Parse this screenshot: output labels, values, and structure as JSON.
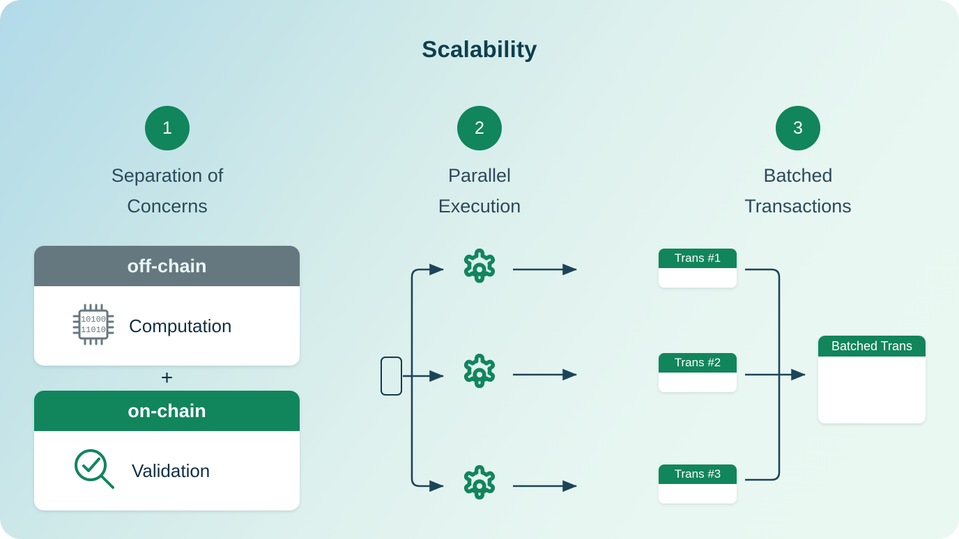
{
  "title": "Scalability",
  "colors": {
    "green": "#11855c",
    "slate": "#65787f",
    "navy": "#113b4f",
    "label": "#2c4a5a",
    "bg_start": "#b2dae9",
    "bg_end": "#eaf8f2"
  },
  "steps": [
    {
      "number": "1",
      "label": "Separation of\nConcerns"
    },
    {
      "number": "2",
      "label": "Parallel\nExecution"
    },
    {
      "number": "3",
      "label": "Batched\nTransactions"
    }
  ],
  "column1": {
    "offchain": {
      "header": "off-chain",
      "item_label": "Computation",
      "icon": "chip-icon",
      "chip_rows": [
        "10100",
        "11010"
      ]
    },
    "plus": "+",
    "onchain": {
      "header": "on-chain",
      "item_label": "Validation",
      "icon": "magnifier-check-icon"
    }
  },
  "column2": {
    "split_node": "split-node",
    "gears": [
      "gear-icon-1",
      "gear-icon-2",
      "gear-icon-3"
    ]
  },
  "column3": {
    "transactions": [
      {
        "header": "Trans #1"
      },
      {
        "header": "Trans #2"
      },
      {
        "header": "Trans #3"
      }
    ],
    "batched": {
      "header": "Batched Trans"
    }
  }
}
